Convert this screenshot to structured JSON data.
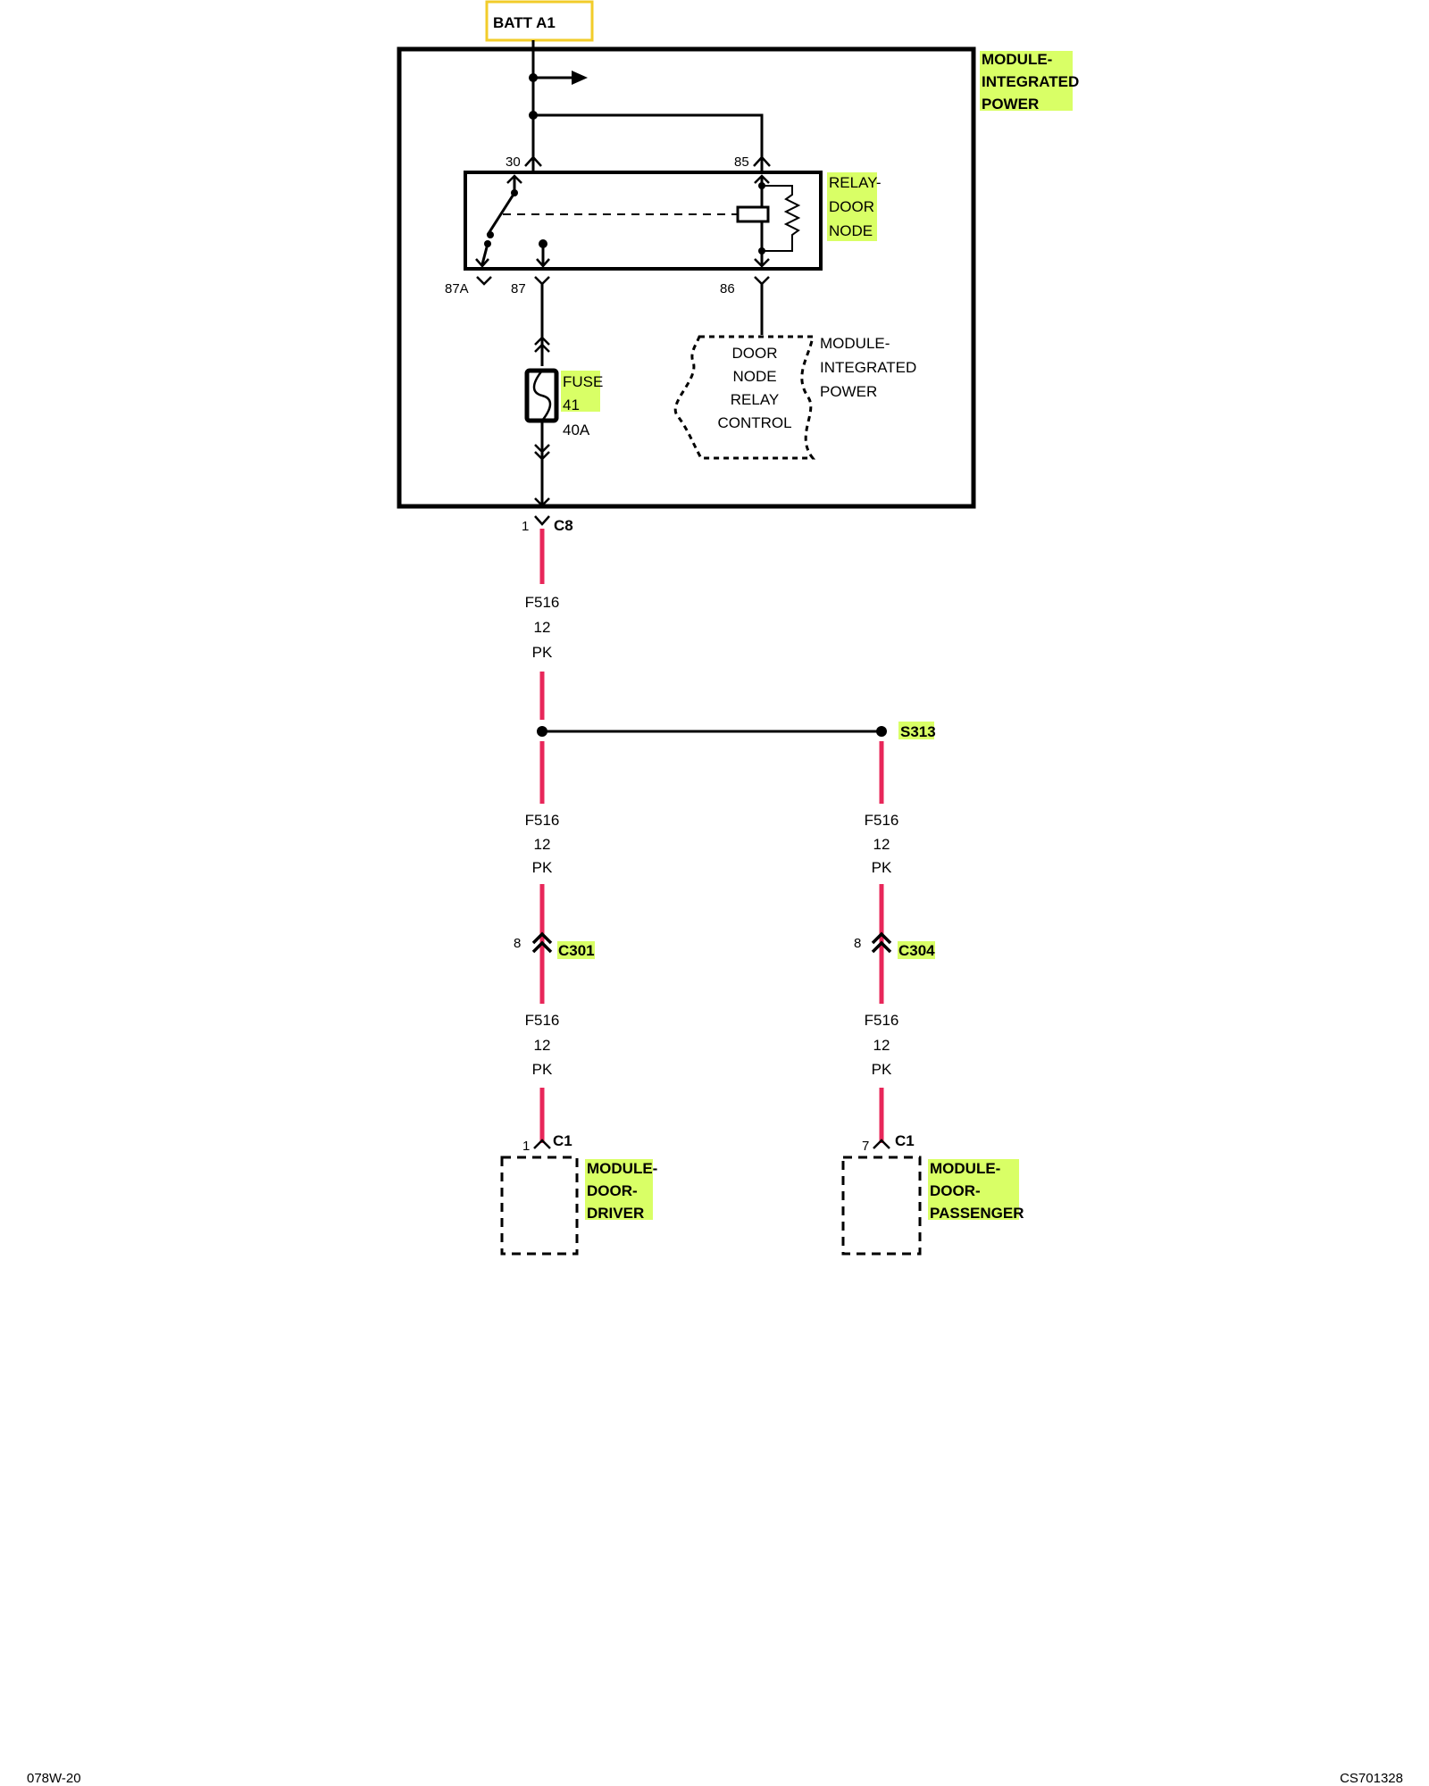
{
  "battery": {
    "label": "BATT A1"
  },
  "modules": {
    "integrated_power": {
      "line1": "MODULE-",
      "line2": "INTEGRATED",
      "line3": "POWER"
    },
    "integrated_power_inner": {
      "line1": "MODULE-",
      "line2": "INTEGRATED",
      "line3": "POWER"
    },
    "door_driver": {
      "line1": "MODULE-",
      "line2": "DOOR-",
      "line3": "DRIVER"
    },
    "door_passenger": {
      "line1": "MODULE-",
      "line2": "DOOR-",
      "line3": "PASSENGER"
    }
  },
  "relay": {
    "name_line1": "RELAY-",
    "name_line2": "DOOR",
    "name_line3": "NODE",
    "pins": {
      "p30": "30",
      "p85": "85",
      "p87a": "87A",
      "p87": "87",
      "p86": "86"
    }
  },
  "control": {
    "line1": "DOOR",
    "line2": "NODE",
    "line3": "RELAY",
    "line4": "CONTROL"
  },
  "fuse": {
    "line1": "FUSE",
    "line2": "41",
    "rating": "40A"
  },
  "connectors": {
    "c8": {
      "name": "C8",
      "pin": "1"
    },
    "c301": {
      "name": "C301",
      "pin": "8"
    },
    "c304": {
      "name": "C304",
      "pin": "8"
    },
    "c1_driver": {
      "name": "C1",
      "pin": "1"
    },
    "c1_passenger": {
      "name": "C1",
      "pin": "7"
    }
  },
  "splice": {
    "name": "S313"
  },
  "wire": {
    "circuit": "F516",
    "gauge": "12",
    "color_code": "PK"
  },
  "colors": {
    "wire": "#e8275a",
    "highlight": "#d9ff66",
    "battery_box": "#f2cc2a"
  },
  "footer": {
    "left": "078W-20",
    "right": "CS701328"
  }
}
